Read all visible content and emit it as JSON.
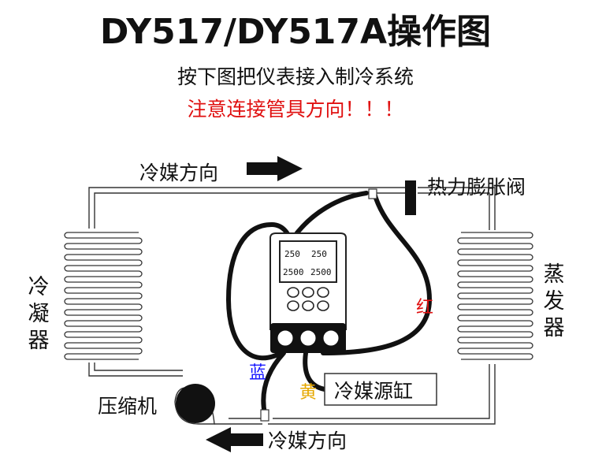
{
  "title": "DY517/DY517A操作图",
  "subtitle": "按下图把仪表接入制冷系统",
  "warning": "注意连接管具方向！！！",
  "labels": {
    "flow_top": "冷媒方向",
    "flow_bottom": "冷媒方向",
    "expansion_valve": "热力膨胀阀",
    "condenser": "冷凝器",
    "evaporator": "蒸发器",
    "compressor": "压缩机",
    "refrigerant_tank": "冷媒源缸",
    "hose_blue": "蓝",
    "hose_yellow": "黄",
    "hose_red": "红"
  },
  "gauge_display": {
    "left_top": "250",
    "right_top": "250",
    "left_bottom": "2500",
    "right_bottom": "2500"
  },
  "colors": {
    "warning": "#e01010",
    "hose_blue": "#1a1aff",
    "hose_yellow": "#e6a800",
    "hose_red": "#e01010"
  }
}
